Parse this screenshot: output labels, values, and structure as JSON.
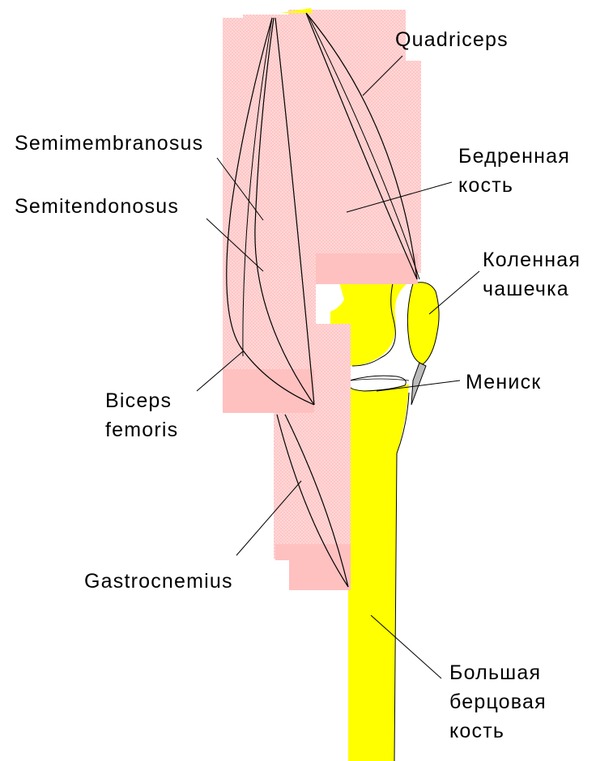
{
  "colors": {
    "muscle": "#ffc8c8",
    "muscle_texture": "#ffe3e3",
    "bone": "#ffff00",
    "outline": "#000000",
    "meniscus": "#ffffff",
    "ligament": "#bbbbbb"
  },
  "labels": {
    "quadriceps": "Quadriceps",
    "semimembranosus": "Semimembranosus",
    "semitendonosus": "Semitendonosus",
    "femur_line1": "Бедренная",
    "femur_line2": "кость",
    "patella_line1": "Коленная",
    "patella_line2": "чашечка",
    "meniscus": "Мениск",
    "biceps_line1": "Biceps",
    "biceps_line2": "femoris",
    "gastrocnemius": "Gastrocnemius",
    "tibia_line1": "Большая",
    "tibia_line2": "берцовая",
    "tibia_line3": "кость"
  }
}
